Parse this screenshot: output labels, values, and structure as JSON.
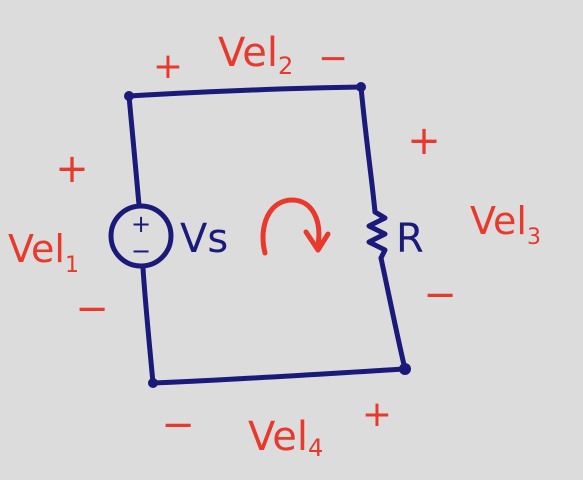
{
  "colors": {
    "background": "#dcdcdc",
    "wire": "#1a1a7a",
    "annotation": "#e8392c"
  },
  "components": {
    "source_symbol_plus": "+",
    "source_symbol_minus": "−",
    "source_label": "Vs",
    "resistor_label": "R"
  },
  "annotations": {
    "vel1": {
      "label": "Vel",
      "subscript": "1",
      "plus": "+",
      "minus": "−"
    },
    "vel2": {
      "label": "Vel",
      "subscript": "2",
      "plus": "+",
      "minus": "−"
    },
    "vel3": {
      "label": "Vel",
      "subscript": "3",
      "plus": "+",
      "minus": "−"
    },
    "vel4": {
      "label": "Vel",
      "subscript": "4",
      "plus": "+",
      "minus": "−"
    }
  }
}
